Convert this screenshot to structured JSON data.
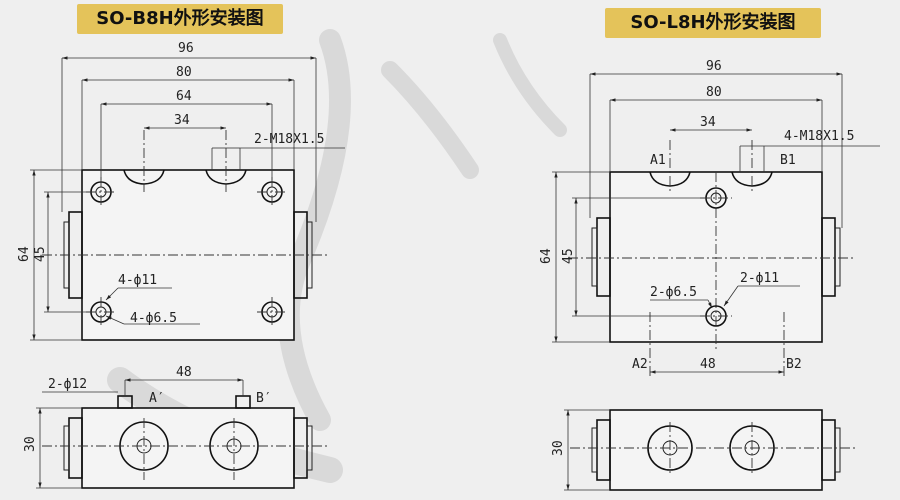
{
  "colors": {
    "background": "#efefef",
    "title_bg": "#e4c35a",
    "line": "#222222",
    "watermark": "#d8d8d8"
  },
  "left": {
    "title": "SO-B8H外形安装图",
    "top_view": {
      "width_96": "96",
      "width_80": "80",
      "width_64": "64",
      "width_34": "34",
      "thread": "2-M18X1.5",
      "height_64": "64",
      "height_45": "45",
      "hole_large": "4-ф11",
      "hole_small": "4-ф6.5"
    },
    "side_view": {
      "spacing": "48",
      "port_holes": "2-ф12",
      "port_a": "A′",
      "port_b": "B′",
      "height_30": "30"
    }
  },
  "right": {
    "title": "SO-L8H外形安装图",
    "top_view": {
      "width_96": "96",
      "width_80": "80",
      "width_34": "34",
      "thread": "4-M18X1.5",
      "port_a1": "A1",
      "port_b1": "B1",
      "height_64": "64",
      "height_45": "45",
      "hole_small": "2-ф6.5",
      "hole_large": "2-ф11",
      "port_a2": "A2",
      "port_b2": "B2",
      "spacing": "48"
    },
    "side_view": {
      "height_30": "30"
    }
  }
}
